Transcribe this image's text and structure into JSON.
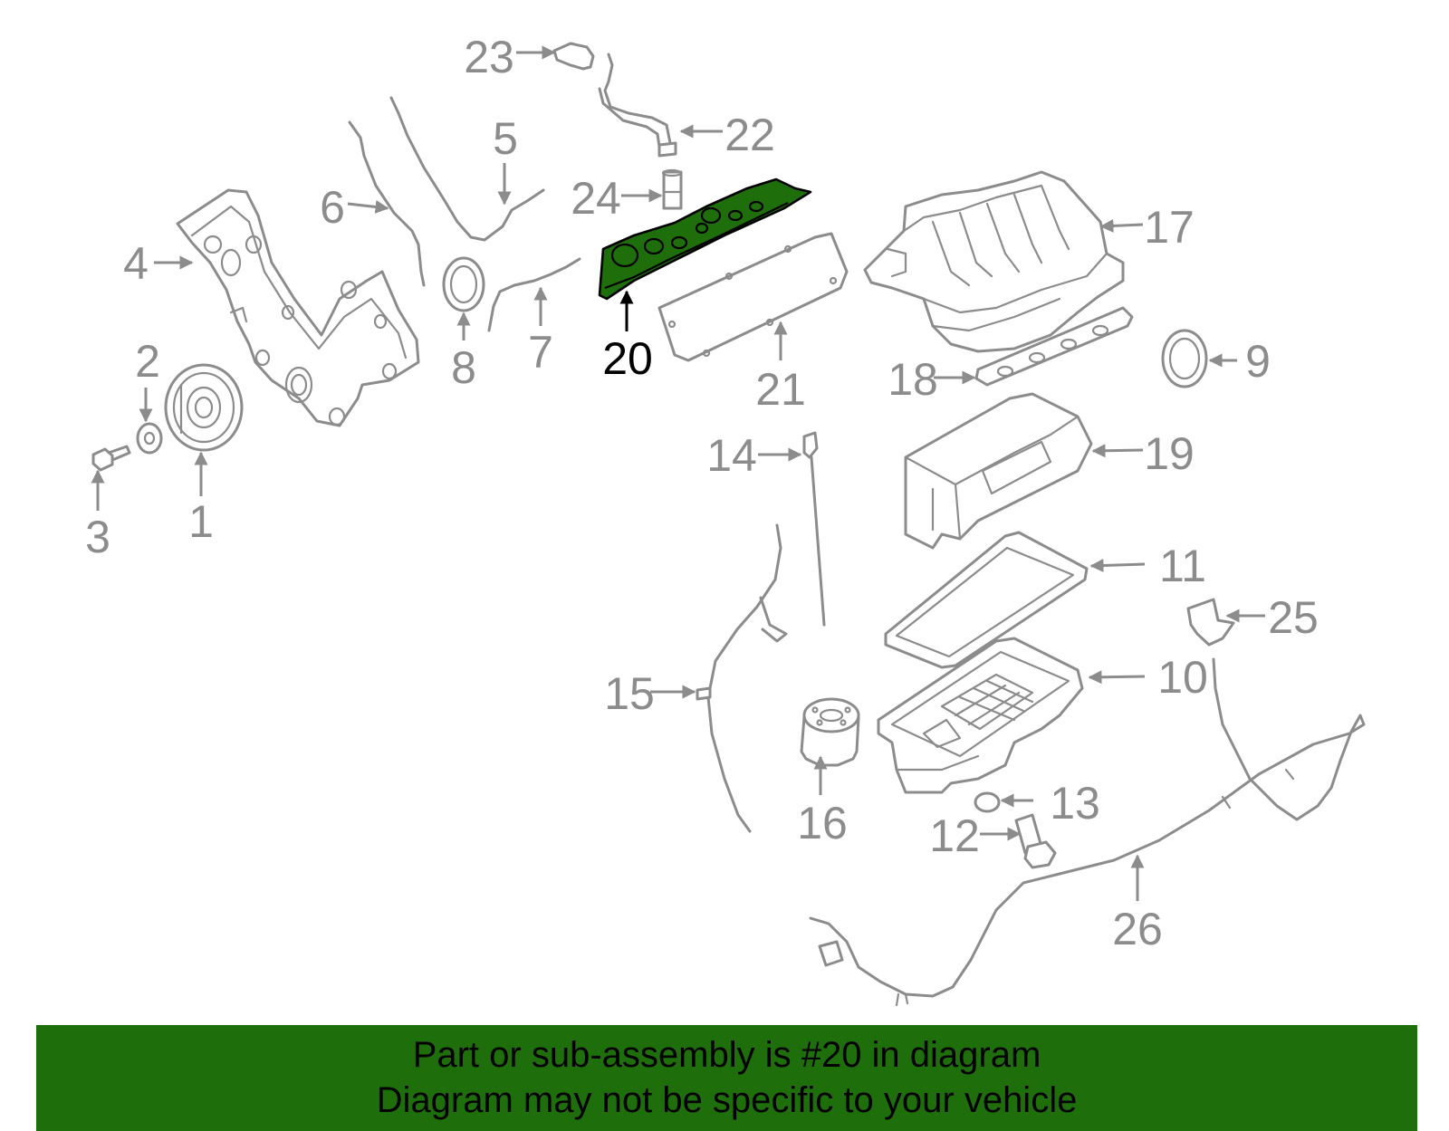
{
  "diagram": {
    "highlight_color": "#1f6e0c",
    "line_color": "#8c8c8c",
    "highlighted_callout": "20",
    "callouts": {
      "c1": "1",
      "c2": "2",
      "c3": "3",
      "c4": "4",
      "c5": "5",
      "c6": "6",
      "c7": "7",
      "c8": "8",
      "c9": "9",
      "c10": "10",
      "c11": "11",
      "c12": "12",
      "c13": "13",
      "c14": "14",
      "c15": "15",
      "c16": "16",
      "c17": "17",
      "c18": "18",
      "c19": "19",
      "c20": "20",
      "c21": "21",
      "c22": "22",
      "c23": "23",
      "c24": "24",
      "c25": "25",
      "c26": "26"
    }
  },
  "banner": {
    "line1": "Part or sub-assembly is #20 in diagram",
    "line2": "Diagram may not be specific to your vehicle"
  }
}
